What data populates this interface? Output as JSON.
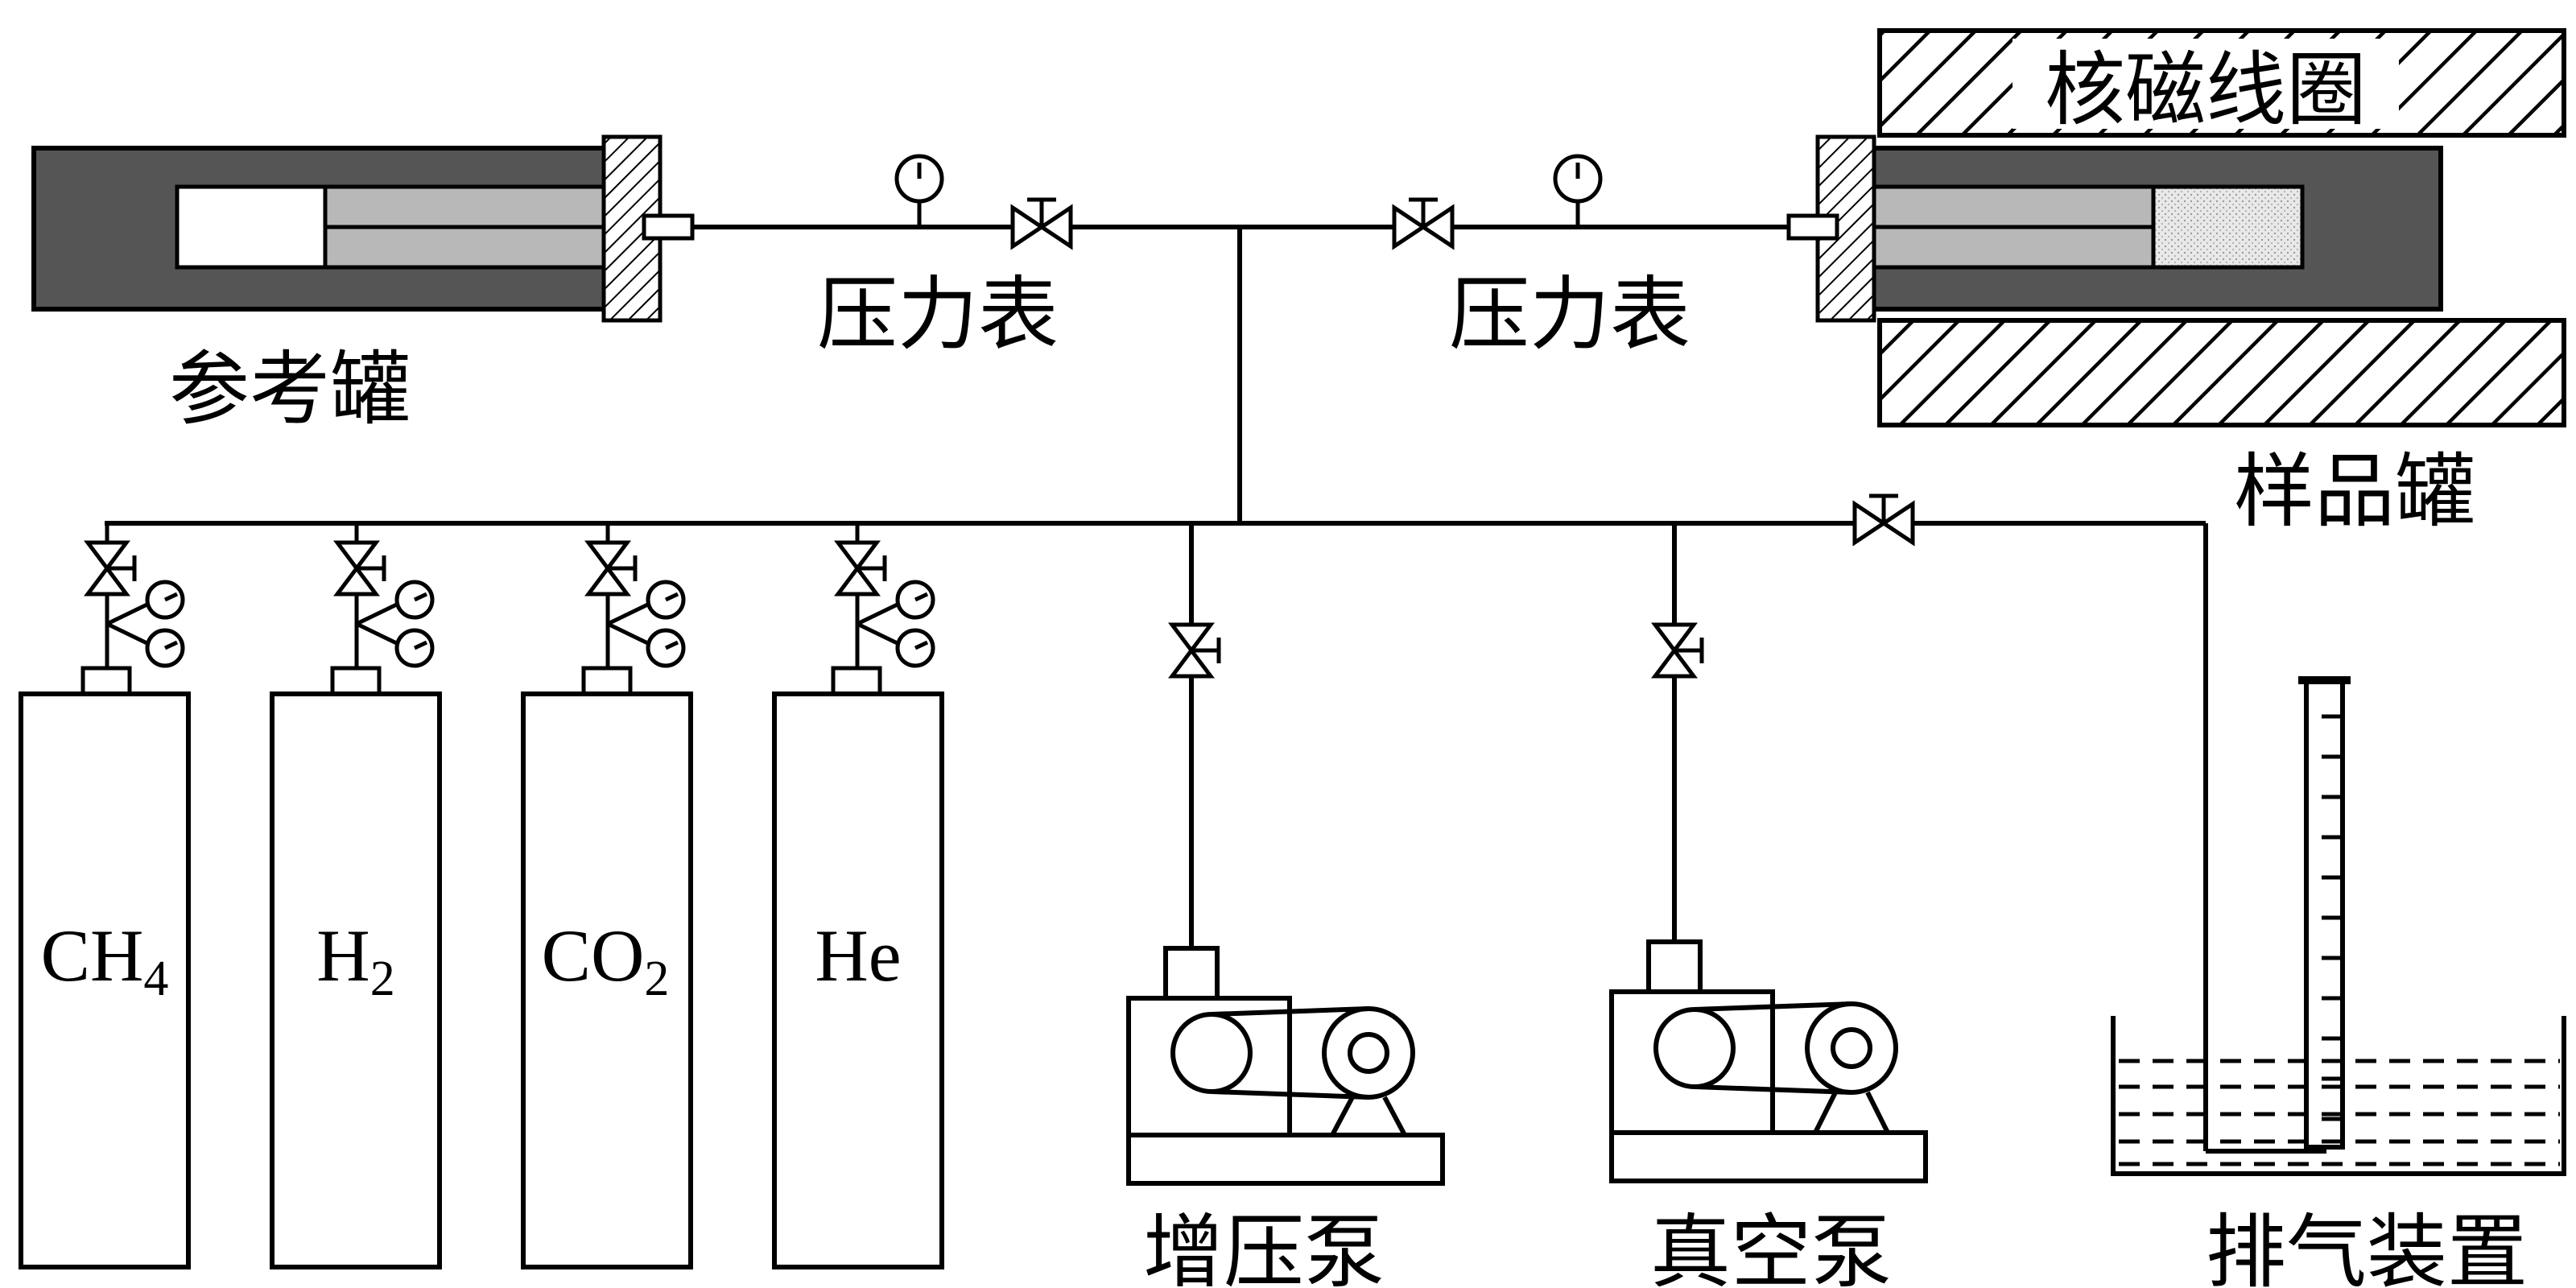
{
  "labels": {
    "reference_tank": "参考罐",
    "pressure_gauge_left": "压力表",
    "pressure_gauge_right": "压力表",
    "nmr_coil": "核磁线圈",
    "sample_tank": "样品罐",
    "booster_pump": "增压泵",
    "vacuum_pump": "真空泵",
    "exhaust_device": "排气装置"
  },
  "gas_cylinders": [
    {
      "main": "CH",
      "sub": "4"
    },
    {
      "main": "H",
      "sub": "2"
    },
    {
      "main": "CO",
      "sub": "2"
    },
    {
      "main": "He",
      "sub": ""
    }
  ]
}
